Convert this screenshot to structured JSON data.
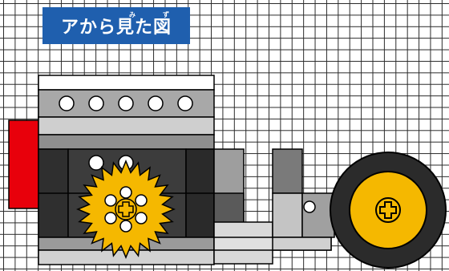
{
  "title": {
    "text": "アから見た図",
    "ruby_mi": "み",
    "ruby_zu": "ず"
  },
  "colors": {
    "title_bg": "#1f5fae",
    "red_part": "#e8000b",
    "gear": "#f5b800",
    "wheel_hub": "#f5b800",
    "tire": "#2b2b2b",
    "dark_gray": "#3a3a3a",
    "mid_gray": "#8c8c8c",
    "light_gray": "#c8c8c8"
  },
  "icons": {
    "axle_cross": "plus-in-circle"
  }
}
